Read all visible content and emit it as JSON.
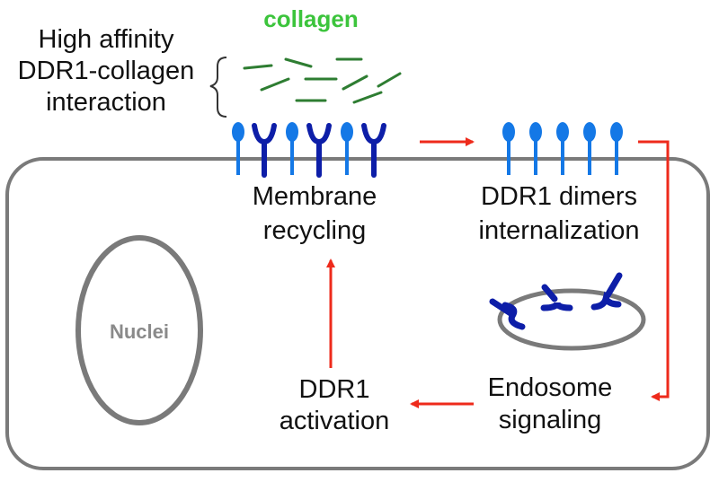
{
  "labels": {
    "collagen": "collagen",
    "affinity_line1": "High affinity",
    "affinity_line2": "DDR1-collagen",
    "affinity_line3": "interaction",
    "recycling_line1": "Membrane",
    "recycling_line2": "recycling",
    "dimers_line1": "DDR1 dimers",
    "dimers_line2": "internalization",
    "nuclei": "Nuclei",
    "activation_line1": "DDR1",
    "activation_line2": "activation",
    "endosome_line1": "Endosome",
    "endosome_line2": "signaling"
  },
  "colors": {
    "collagen": "#2e7d32",
    "collagen_label": "#3cc43c",
    "receptor_light": "#1478e6",
    "receptor_dark": "#0d1ea8",
    "arrow": "#ee2a1b",
    "membrane": "#7a7a7a",
    "nuclei_label": "#8a8a8a"
  }
}
